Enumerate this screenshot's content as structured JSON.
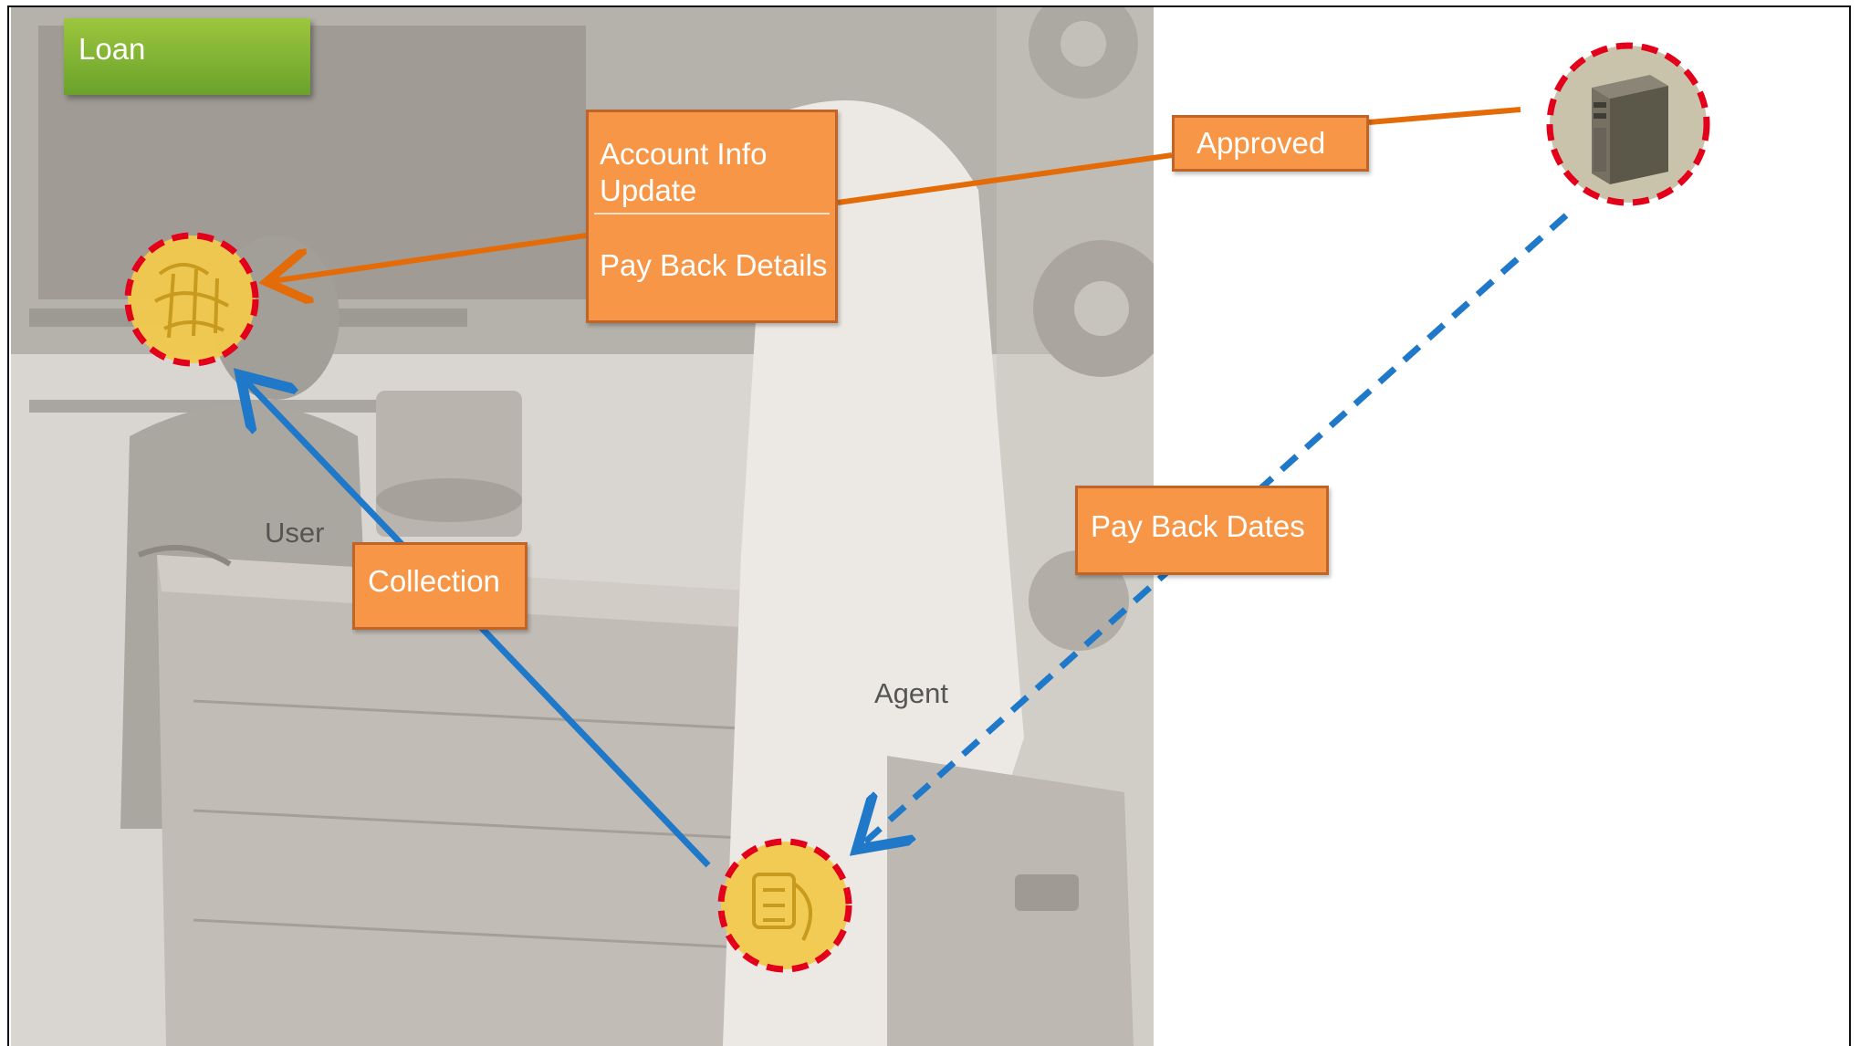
{
  "title": "Loan",
  "nodes": {
    "user": {
      "label": "User"
    },
    "agent": {
      "label": "Agent"
    },
    "server": {
      "icon": "server-icon"
    }
  },
  "flows": {
    "account_info_update": "Account Info Update",
    "pay_back_details": "Pay Back Details",
    "approved": "Approved",
    "pay_back_dates": "Pay Back Dates",
    "collection": "Collection"
  },
  "colors": {
    "title_box": "#7ab533",
    "flow_box": "#f79646",
    "orange_arrow": "#e36c09",
    "blue_arrow": "#1f78c8",
    "node_ring": "#e3001b",
    "coin": "#f2c94c"
  }
}
